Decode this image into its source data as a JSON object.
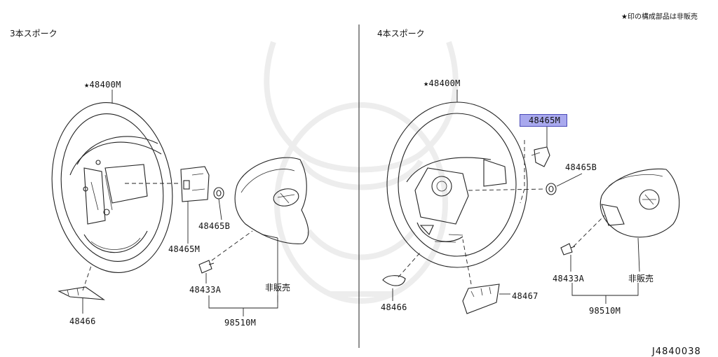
{
  "header": {
    "note": "★印の構成部品は非販売",
    "diagram_code": "J4840038"
  },
  "left": {
    "title": "3本スポーク",
    "labels": {
      "wheel": "★48400M",
      "bracket": "48465M",
      "nut": "48465B",
      "bolt": "48433A",
      "not_sold": "非販売",
      "assembly": "98510M",
      "cover": "48466"
    }
  },
  "right": {
    "title": "4本スポーク",
    "labels": {
      "wheel": "★48400M",
      "bracket_highlighted": "48465M",
      "nut": "48465B",
      "bolt": "48433A",
      "not_sold": "非販売",
      "assembly": "98510M",
      "cover_left": "48466",
      "cover_lower": "48467"
    }
  },
  "colors": {
    "highlight_fill": "#a9a9ee",
    "highlight_border": "#4a4ab8",
    "line": "#222222",
    "watermark": "#ededed"
  }
}
